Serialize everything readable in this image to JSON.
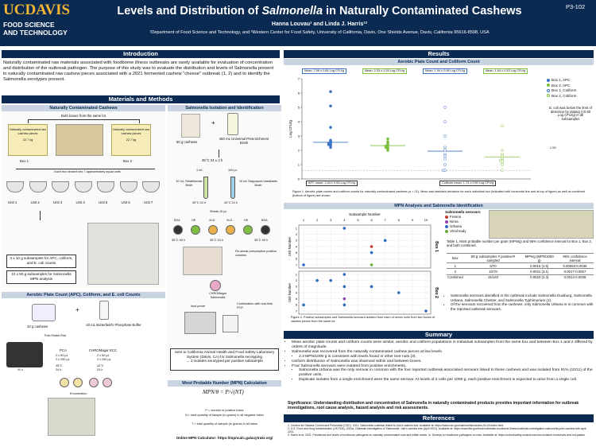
{
  "header": {
    "logo_uc": "UCDAVIS",
    "logo_sub1": "FOOD SCIENCE",
    "logo_sub2": "AND TECHNOLOGY",
    "title_pre": "Levels and Distribution of ",
    "title_ital": "Salmonella",
    "title_post": " in Naturally Contaminated Cashews",
    "authors": "Hanna Louvau¹ and Linda J. Harris¹²",
    "affiliation": "¹Department of Food Science and Technology, and ²Western Center for Food Safety, University of California, Davis, One Shields Avenue, Davis, California 95616-8598, USA",
    "poster_id": "P3-102"
  },
  "introduction": {
    "heading": "Introduction",
    "text": "Naturally contaminated raw materials associated with foodborne illness outbreaks are rarely available for evaluation of concentration and distribution of the outbreak pathogen. The purpose of this study was to evaluate the distribution and levels of Salmonella present in naturally contaminated raw cashew pieces associated with a 2021 fermented cashew \"cheese\" outbreak (1, 2) and to identify the Salmonella serotypes present."
  },
  "methods": {
    "heading": "Materials and Methods",
    "cashews": {
      "heading": "Naturally Contaminated Cashews",
      "both_boxes": "Both boxes from the same lot",
      "bag_text": "Naturally contaminated raw cashew pieces",
      "bag_weight": "22.7 kg",
      "box1": "Box 1",
      "box2": "Box 2",
      "divided": "Each box divided into 7 approximately equal units",
      "units": [
        "Unit 1",
        "Unit 2",
        "Unit 3",
        "Unit 4",
        "Unit 5",
        "Unit 6",
        "Unit 7"
      ],
      "subsample1": "3 x 10 g subsamples for APC, coliform, and E. coli counts",
      "subsample2": "10 x 50 g subsamples for Salmonella MPN analysis"
    },
    "apc": {
      "heading": "Aerobic Plate Count (APC), Coliform, and E. coli Counts",
      "cashews": "10 g cashews",
      "buffer": "20 mL Butterfield's Phosphate Buffer",
      "rub": "Rub-Shake-Rub",
      "rub_time": "90 s",
      "pca": "PCA",
      "pca_vol": "2 x 50 µL\n2 x 250 µL",
      "pca_temp": "35°C\n24 h",
      "ecc": "CHROMagar ECC",
      "ecc_vol": "2 x 50 µL\n2 x 250 µL",
      "ecc_temp": "42°C\n24 h",
      "enumeration": "Enumeration"
    },
    "salmonella": {
      "heading": "Salmonella Isolation and Identification",
      "cashews": "50 g cashews",
      "broth": "450 mL Universal Preenrichment Broth",
      "incub": "35°C 24 ± 2 h",
      "vol1": "1 mL",
      "vol2": "100 µL",
      "tt": "10 mL Tetrathionate Broth",
      "rv": "10 mL Rappaport-Vassiliadis Broth",
      "tt_temp": "35°C 24 h",
      "rv_temp": "42°C 24 h",
      "streak": "Streak 10 µL",
      "plates": [
        "BSA",
        "HE",
        "XLD",
        "XLD",
        "HE",
        "BSA"
      ],
      "plate_temp_l": "35°C 48 h",
      "plate_temp_m": "35°C 24 h",
      "plate_temp_r": "35°C 48 h",
      "restreak": "Re-streak presumptive positive colonies",
      "chromagar": "CHROMagar Salmonella",
      "inva": "invA probe",
      "confirm": "Confirmation with real-time PCR",
      "sent": "Sent to California Animal Health and Food Safety Laboratory System (Davis, CA) for Salmonella serotyping",
      "sent2": "→ 2 isolates serotyped per positive subsample"
    },
    "mpn": {
      "heading": "Most Probable Number (MPN) Calculation",
      "formula_left": "MPN/θ",
      "formula_right": "P/√(NT)",
      "def1": "P = number of positive tubes",
      "def2": "N = total quantity of sample (in grams) in all negative tubes",
      "def3": "T = total quantity of sample (in grams) in all tubes",
      "calc": "Online MPN Calculator: https://mpncalc.galaxytrakr.org/"
    }
  },
  "results": {
    "heading": "Results",
    "apc_chart": {
      "heading": "Aerobic Plate Count and Coliform Count",
      "means": [
        "Mean: 2.56 ± 0.84 Log CFU/g",
        "Mean: 2.33 ± 0.26 Log CFU/g",
        "Mean: 1.94 ± 0.98 Log CFU/g",
        "Mean: 1.54 ± 0.53 Log CFU/g"
      ],
      "ylabel": "Log CFU/g",
      "apc_mean": "APC mean: 2.44 ± 0.63 Log CFU/g",
      "coli_mean": "Coliform mean: 1.74 ± 0.80 Log CFU/g",
      "legend": [
        "Box 1, APC",
        "Box 2, APC",
        "Box 1, Coliform",
        "Box 2, Coliform"
      ],
      "ecoli_note": "E. coli was below the limit of detection by plating (<0.60 Log CFU/g) in all subsamples",
      "lod": "LOD",
      "caption": "Figure 1. Aerobic plate counts and coliform counts for naturally contaminated cashews (n = 21). Mean and standard deviation for each individual box (indicated with horizontal line and at top of figure) as well as combined (bottom of figure) are shown."
    },
    "mpn_chart": {
      "heading": "MPN Analysis and Salmonella Identification",
      "xlabel": "Subsample Number",
      "ylabel": "Unit Number",
      "box1": "Box 1",
      "box2": "Box 2",
      "xticks": [
        "1",
        "2",
        "3",
        "4",
        "5",
        "6",
        "7",
        "8",
        "9",
        "10"
      ],
      "yticks": [
        "1",
        "2",
        "3",
        "4",
        "5",
        "6",
        "7"
      ],
      "serovars_title": "Salmonella serovars",
      "serovars": [
        "Fresno",
        "Nima",
        "Urbana",
        "Vinohrady"
      ],
      "caption": "Figure 2. Positive subsamples and Salmonella serovars isolated from each of seven units from two boxes of cashew pieces from the same lot."
    },
    "table": {
      "caption": "Table 1. Most probable number per gram (MPN/g) and 95% confidence interval for Box 1, Box 2, and both combined.",
      "headers": [
        "Box",
        "50-g subsamples # positive/# sampled",
        "MPN/g (MPN/1000 g)",
        "95% confidence interval"
      ],
      "rows": [
        [
          "1",
          "5/70",
          "0.0015 (1.5)",
          "0.00063-0.0036"
        ],
        [
          "2",
          "10/70",
          "0.0031 (3.1)",
          "0.0017-0.0057"
        ],
        [
          "Combined",
          "15/140",
          "0.0023 (2.3)",
          "0.0014-0.0038"
        ]
      ]
    },
    "notes": [
      "Salmonella serovars identified in the outbreak include Salmonella Duisburg, Salmonella Urbana, Salmonella Chester, and Salmonella Typhimurium (2).",
      "Of the serovars recovered from the cashews, only Salmonella Urbana is in common with the reported outbreak serovars."
    ]
  },
  "summary": {
    "heading": "Summary",
    "bullets": [
      "Mean aerobic plate counts and coliform counts were similar, aerobic and coliform populations in individual subsamples from the same box and between Box 1 and 2 differed by orders of magnitude.",
      "Salmonella was recovered from the naturally contaminated cashew pieces at low levels.",
      "2.3 MPN/1000 g is consistent with levels found in other tree nuts (3).",
      "Uniform distribution of Salmonella was observed within and between boxes.",
      "Four Salmonella serovars were isolated from positive enrichments.",
      "Salmonella Urbana was the only serovar in common with the four reported outbreak-associated serovars linked to these cashews and was isolated from 91% (10/11) of the positive units.",
      "Duplicate isolates from a single enrichment were the same serovar. At levels of 2 cells per 1000 g, each positive enrichment is expected to arise from a single cell."
    ],
    "significance": "Significance: Understanding distribution and concentration of Salmonella in naturally contaminated products provides important information for outbreak investigations, root cause analysis, hazard analysis and risk assessments."
  },
  "references": {
    "heading": "References",
    "items": [
      "1. Centers for Disease Control and Prevention (CDC). 2021. Salmonella outbreak linked to Jule's cashew brie. Available at: https://www.cdc.gov/salmonella/cashew-04-21/index.html.",
      "2. U.S. Food and Drug Administration (US FDA). 2021a. Outbreak investigation of Salmonella: Jule's cashew brie (April 2021). Available at: https://www.fda.gov/food/outbreaks-foodborne-illness/outbreak-investigation-salmonella-jules-cashew-brie-april-2021.",
      "3. Harris et al. 2021. Prevalence and levels of foodborne pathogens on naturally contaminated nuts and edible seeds. In: Surveys for foodborne pathogens on nuts. Available at: https://ucfoodsafety.ucdavis.edu/low-moisture-foods/nuts-and-nut-pastes."
    ]
  },
  "colors": {
    "navy": "#0b2a52",
    "gold": "#f2b533",
    "light_blue": "#c9d4e3",
    "box1_apc": "#3b74c4",
    "box2_apc": "#7fbf3f",
    "fresno": "#c0392b",
    "nima": "#8e44ad",
    "urbana": "#2e6bc0",
    "vinohrady": "#6aab3a"
  },
  "chart_data": [
    {
      "type": "scatter",
      "ylabel": "Log CFU/g",
      "ylim": [
        0,
        7
      ],
      "categories": [
        "Box 1, APC",
        "Box 2, APC",
        "Box 1, Coliform",
        "Box 2, Coliform"
      ],
      "series": [
        {
          "name": "Box 1, APC",
          "values": [
            6.1,
            5.1,
            3.6,
            2.7,
            2.6,
            2.5,
            2.5,
            2.4,
            2.4,
            2.3,
            2.2
          ],
          "mean": 2.56
        },
        {
          "name": "Box 2, APC",
          "values": [
            2.8,
            2.6,
            2.5,
            2.4,
            2.3,
            2.3,
            2.2,
            2.2,
            2.1,
            2.0
          ],
          "mean": 2.33
        },
        {
          "name": "Box 1, Coliform",
          "values": [
            5.0,
            4.0,
            3.0,
            2.2,
            2.0,
            1.7,
            1.6,
            1.4,
            1.0,
            0.6,
            0.6
          ],
          "mean": 1.94
        },
        {
          "name": "Box 2, Coliform",
          "values": [
            3.7,
            2.0,
            1.7,
            1.6,
            1.4,
            1.3,
            1.3,
            1.2,
            1.0,
            0.6
          ],
          "mean": 1.54
        }
      ]
    },
    {
      "type": "scatter",
      "xlabel": "Subsample Number",
      "ylabel": "Unit Number",
      "xlim": [
        1,
        10
      ],
      "ylim": [
        1,
        7
      ],
      "series": [
        {
          "name": "Box 1",
          "points": [
            {
              "x": 4,
              "y": 1,
              "serovar": "Urbana"
            },
            {
              "x": 7,
              "y": 3,
              "serovar": "Urbana"
            },
            {
              "x": 6,
              "y": 4,
              "serovar": "Fresno"
            },
            {
              "x": 6,
              "y": 5,
              "serovar": "Urbana"
            },
            {
              "x": 1,
              "y": 7,
              "serovar": "Urbana"
            },
            {
              "x": 6,
              "y": 7,
              "serovar": "Vinohrady"
            }
          ]
        },
        {
          "name": "Box 2",
          "points": [
            {
              "x": 4,
              "y": 1,
              "serovar": "Urbana"
            },
            {
              "x": 2,
              "y": 2,
              "serovar": "Urbana"
            },
            {
              "x": 3,
              "y": 2,
              "serovar": "Urbana"
            },
            {
              "x": 4,
              "y": 3,
              "serovar": "Urbana"
            },
            {
              "x": 6,
              "y": 3,
              "serovar": "Urbana"
            },
            {
              "x": 8,
              "y": 4,
              "serovar": "Urbana"
            },
            {
              "x": 4,
              "y": 5,
              "serovar": "Nima"
            },
            {
              "x": 1,
              "y": 6,
              "serovar": "Urbana"
            },
            {
              "x": 4,
              "y": 6,
              "serovar": "Urbana"
            },
            {
              "x": 10,
              "y": 7,
              "serovar": "Urbana"
            }
          ]
        }
      ]
    }
  ]
}
